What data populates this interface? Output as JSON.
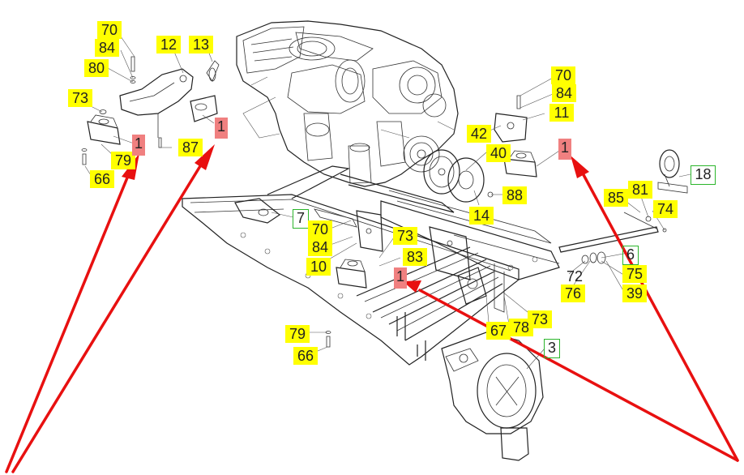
{
  "callouts": [
    {
      "id": "c70a",
      "text": "70",
      "style": "yellow"
    },
    {
      "id": "c84a",
      "text": "84",
      "style": "yellow"
    },
    {
      "id": "c80",
      "text": "80",
      "style": "yellow"
    },
    {
      "id": "c12",
      "text": "12",
      "style": "yellow"
    },
    {
      "id": "c13",
      "text": "13",
      "style": "yellow"
    },
    {
      "id": "c73a",
      "text": "73",
      "style": "yellow"
    },
    {
      "id": "c79a",
      "text": "79",
      "style": "yellow"
    },
    {
      "id": "c66a",
      "text": "66",
      "style": "yellow"
    },
    {
      "id": "c1a",
      "text": "1",
      "style": "red"
    },
    {
      "id": "c87",
      "text": "87",
      "style": "yellow"
    },
    {
      "id": "c1b",
      "text": "1",
      "style": "red"
    },
    {
      "id": "c70b",
      "text": "70",
      "style": "yellow"
    },
    {
      "id": "c84b",
      "text": "84",
      "style": "yellow"
    },
    {
      "id": "c11",
      "text": "11",
      "style": "yellow"
    },
    {
      "id": "c42",
      "text": "42",
      "style": "yellow"
    },
    {
      "id": "c40",
      "text": "40",
      "style": "yellow"
    },
    {
      "id": "c1c",
      "text": "1",
      "style": "red"
    },
    {
      "id": "c18",
      "text": "18",
      "style": "boxed"
    },
    {
      "id": "c88",
      "text": "88",
      "style": "yellow"
    },
    {
      "id": "c14",
      "text": "14",
      "style": "yellow"
    },
    {
      "id": "c85",
      "text": "85",
      "style": "yellow"
    },
    {
      "id": "c81",
      "text": "81",
      "style": "yellow"
    },
    {
      "id": "c74",
      "text": "74",
      "style": "yellow"
    },
    {
      "id": "c7",
      "text": "7",
      "style": "boxed"
    },
    {
      "id": "c70c",
      "text": "70",
      "style": "yellow"
    },
    {
      "id": "c84c",
      "text": "84",
      "style": "yellow"
    },
    {
      "id": "c10",
      "text": "10",
      "style": "yellow"
    },
    {
      "id": "c73b",
      "text": "73",
      "style": "yellow"
    },
    {
      "id": "c83",
      "text": "83",
      "style": "yellow"
    },
    {
      "id": "c1d",
      "text": "1",
      "style": "red"
    },
    {
      "id": "c6",
      "text": "6",
      "style": "boxed"
    },
    {
      "id": "c72",
      "text": "72",
      "style": "plain"
    },
    {
      "id": "c75",
      "text": "75",
      "style": "yellow"
    },
    {
      "id": "c76",
      "text": "76",
      "style": "yellow"
    },
    {
      "id": "c39",
      "text": "39",
      "style": "yellow"
    },
    {
      "id": "c73c",
      "text": "73",
      "style": "yellow"
    },
    {
      "id": "c67",
      "text": "67",
      "style": "yellow"
    },
    {
      "id": "c78",
      "text": "78",
      "style": "yellow"
    },
    {
      "id": "c79b",
      "text": "79",
      "style": "yellow"
    },
    {
      "id": "c66b",
      "text": "66",
      "style": "yellow"
    },
    {
      "id": "c3",
      "text": "3",
      "style": "boxed"
    }
  ],
  "colors": {
    "callout_yellow": "#ffff00",
    "callout_red": "#f08080",
    "callout_box_border": "#2bb52b",
    "pointer_arrow": "#e81010",
    "line_art": "#222222"
  }
}
